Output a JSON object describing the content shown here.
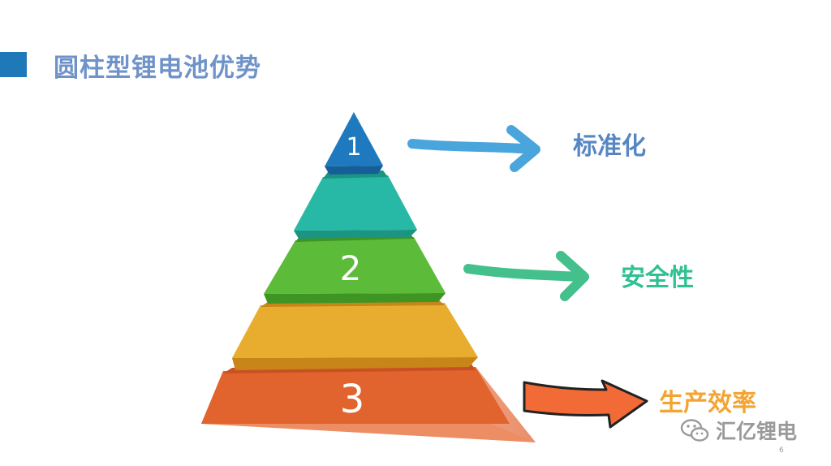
{
  "page": {
    "title": "圆柱型锂电池优势",
    "page_number": "6"
  },
  "pyramid": {
    "levels": [
      {
        "number": "1",
        "label": "标准化",
        "color": "#1f79be"
      },
      {
        "number": "",
        "label": "",
        "color": "#27b9a5"
      },
      {
        "number": "2",
        "label": "安全性",
        "color": "#5dbb3a"
      },
      {
        "number": "",
        "label": "",
        "color": "#e8ad2e"
      },
      {
        "number": "3",
        "label": "生产效率",
        "color": "#e1632e"
      }
    ]
  },
  "watermark": {
    "text": "汇亿锂电",
    "icon": "wechat-icon"
  }
}
